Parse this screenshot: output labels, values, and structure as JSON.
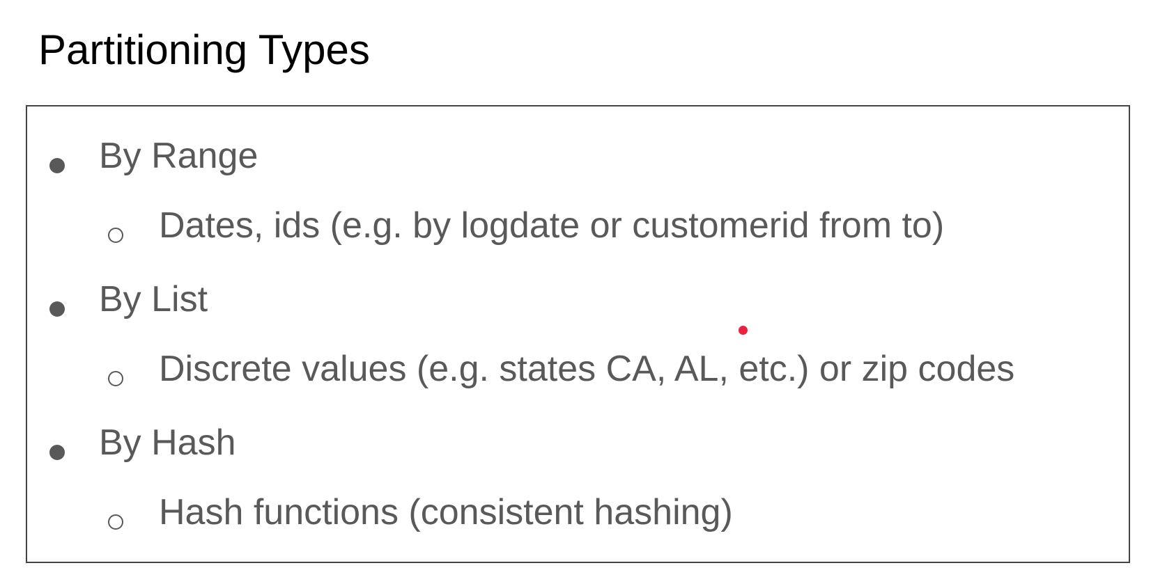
{
  "slide": {
    "title": "Partitioning Types",
    "items": [
      {
        "level": 1,
        "text": "By Range"
      },
      {
        "level": 2,
        "text": "Dates, ids (e.g. by logdate or customerid from to)"
      },
      {
        "level": 1,
        "text": "By List"
      },
      {
        "level": 2,
        "text": "Discrete values (e.g. states CA, AL, etc.) or zip codes"
      },
      {
        "level": 1,
        "text": "By Hash"
      },
      {
        "level": 2,
        "text": "Hash functions (consistent hashing)"
      }
    ]
  },
  "colors": {
    "title": "#000000",
    "body_text": "#595959",
    "border": "#444444",
    "laser_pointer": "#e8223f"
  },
  "icons": {
    "level_1_bullet": "filled-circle-bullet-icon",
    "level_2_bullet": "hollow-circle-bullet-icon"
  }
}
